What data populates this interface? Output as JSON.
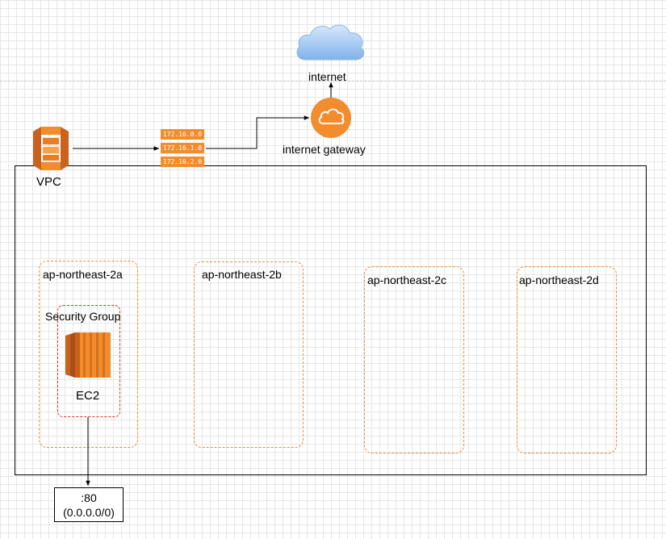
{
  "nodes": {
    "internet": {
      "label": "internet",
      "icon": "cloud-icon"
    },
    "internet_gateway": {
      "label": "internet gateway",
      "icon": "internet-gateway-icon"
    },
    "route_table": {
      "icon": "route-table-icon",
      "entries": [
        "172.16.0.0",
        "172.16.1.0",
        "172.16.2.0"
      ]
    },
    "vpc": {
      "label": "VPC",
      "icon": "vpc-icon"
    },
    "availability_zones": [
      {
        "label": "ap-northeast-2a"
      },
      {
        "label": "ap-northeast-2b"
      },
      {
        "label": "ap-northeast-2c"
      },
      {
        "label": "ap-northeast-2d"
      }
    ],
    "security_group": {
      "label": "Security Group"
    },
    "ec2": {
      "label": "EC2",
      "icon": "ec2-instance-icon"
    },
    "port": {
      "line1": ":80",
      "line2": "(0.0.0.0/0)"
    }
  },
  "colors": {
    "aws_orange": "#f28c2c",
    "az_border": "#f08b33",
    "security_group_border": "#e03030",
    "cloud_blue": "#9cc3ee"
  },
  "edges": [
    {
      "from": "vpc",
      "to": "route_table"
    },
    {
      "from": "route_table",
      "to": "internet_gateway"
    },
    {
      "from": "internet_gateway",
      "to": "internet"
    },
    {
      "from": "ec2",
      "to": "port"
    }
  ]
}
